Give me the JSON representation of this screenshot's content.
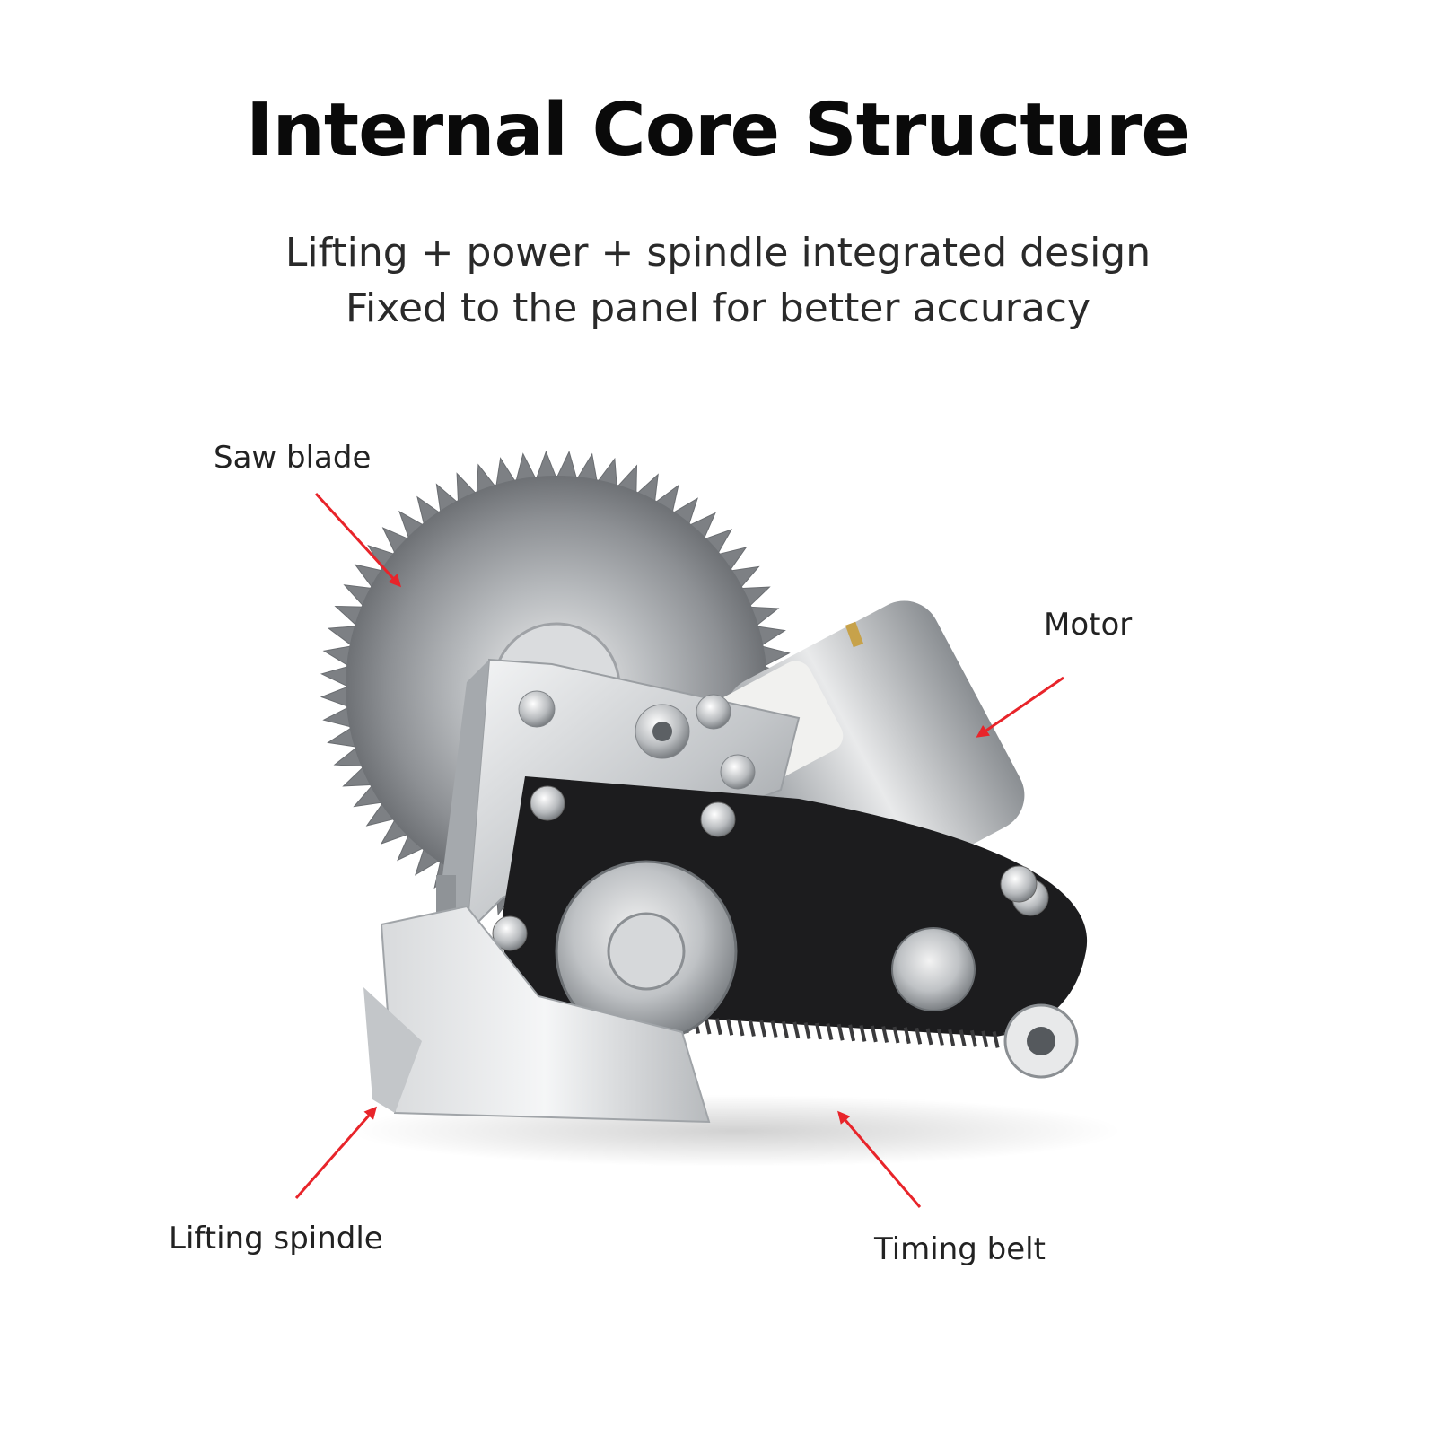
{
  "title": "Internal Core Structure",
  "subtitle": {
    "line1": "Lifting + power + spindle integrated design",
    "line2": "Fixed to the panel for better accuracy"
  },
  "callouts": {
    "saw_blade": "Saw blade",
    "motor": "Motor",
    "lifting_spindle": "Lifting spindle",
    "timing_belt": "Timing belt"
  },
  "colors": {
    "arrow": "#e8242a",
    "steel": "#c9cbcd",
    "belt": "#1c1c1e"
  }
}
